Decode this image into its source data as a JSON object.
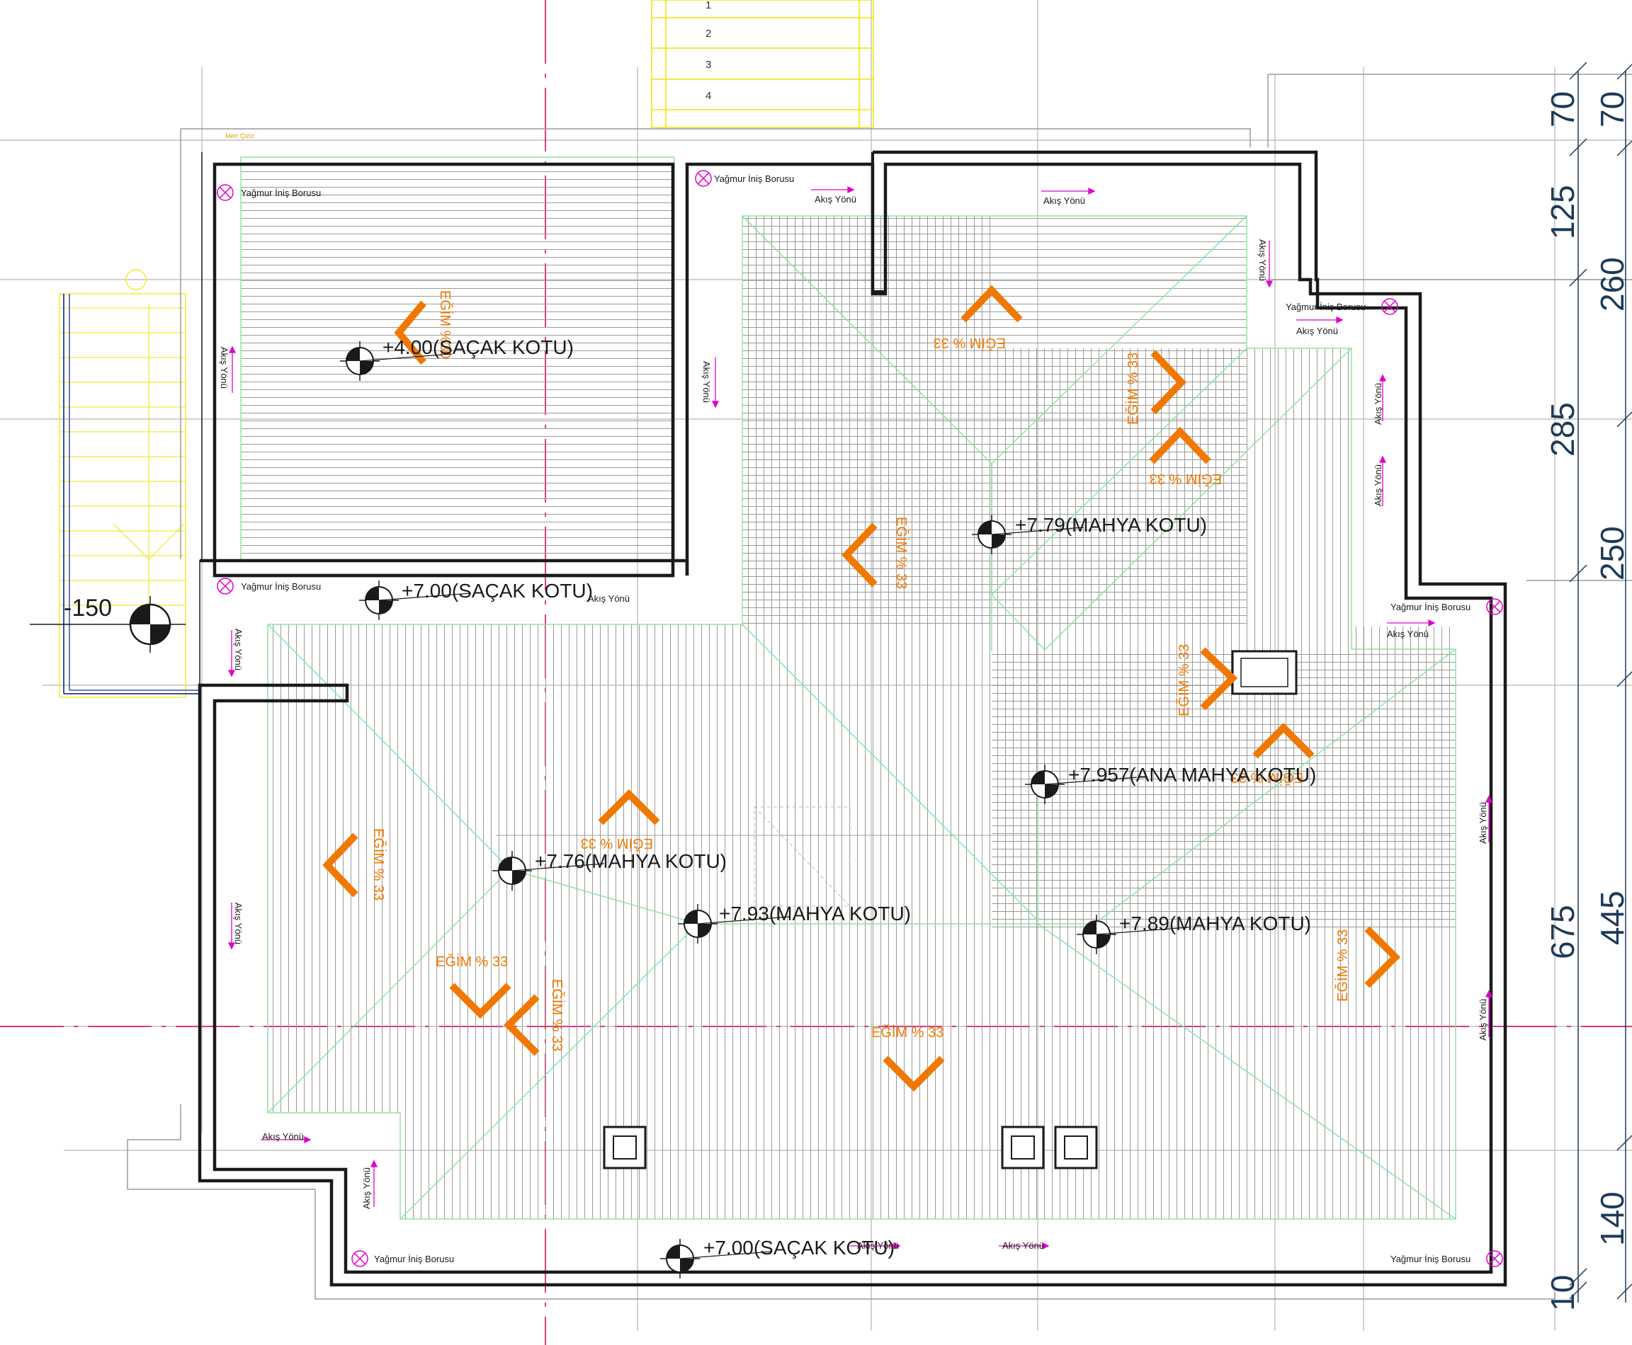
{
  "colors": {
    "wall": "#1a1a1a",
    "hip": "#8fe3a3",
    "tile": "#9a9a9a",
    "arrow": "#f07800",
    "flow": "#e000c8",
    "axis": "#d0005a",
    "grid": "#b5b5b5",
    "dim": "#1c3a58",
    "stair": "#f2e400"
  },
  "stair_steps": [
    "1",
    "2",
    "3",
    "4"
  ],
  "labels": {
    "small_top": "Merr Çiziz"
  },
  "elevations": [
    {
      "id": "e1",
      "label": "+4.00(SAÇAK KOTU)"
    },
    {
      "id": "e2",
      "label": "+7.00(SAÇAK KOTU)"
    },
    {
      "id": "e3",
      "label": "+7.79(MAHYA  KOTU)"
    },
    {
      "id": "e4",
      "label": "+7.957(ANA MAHYA  KOTU)"
    },
    {
      "id": "e5",
      "label": "+7.76(MAHYA  KOTU)"
    },
    {
      "id": "e6",
      "label": "+7.93(MAHYA  KOTU)"
    },
    {
      "id": "e7",
      "label": "+7.89(MAHYA  KOTU)"
    },
    {
      "id": "e8",
      "label": "+7.00(SAÇAK KOTU)"
    },
    {
      "id": "e9",
      "label": "-150"
    }
  ],
  "slopes": [
    {
      "id": "s1",
      "label": "EĞİM %30"
    },
    {
      "id": "s2",
      "label": "EĞİM % 33"
    },
    {
      "id": "s3",
      "label": "EĞİM % 33"
    },
    {
      "id": "s4",
      "label": "EĞİM % 33"
    },
    {
      "id": "s5",
      "label": "EĞİM % 33"
    },
    {
      "id": "s6",
      "label": "EĞİM % 33"
    },
    {
      "id": "s7",
      "label": "EĞİM % 33"
    },
    {
      "id": "s8",
      "label": "EĞİM % 33"
    },
    {
      "id": "s9",
      "label": "EĞİM % 33"
    },
    {
      "id": "s10",
      "label": "EĞİM % 33"
    },
    {
      "id": "s11",
      "label": "EĞİM % 33"
    },
    {
      "id": "s12",
      "label": "EĞİM % 33"
    },
    {
      "id": "s13",
      "label": "EĞİM % 33"
    }
  ],
  "downpipes": [
    {
      "id": "p1",
      "label": "Yağmur İniş Borusu"
    },
    {
      "id": "p2",
      "label": "Yağmur İniş Borusu"
    },
    {
      "id": "p3",
      "label": "Yağmur İniş Borusu"
    },
    {
      "id": "p4",
      "label": "Yağmur İniş Borusu"
    },
    {
      "id": "p5",
      "label": "Yağmur İniş Borusu"
    },
    {
      "id": "p6",
      "label": "Yağmur İniş Borusu"
    },
    {
      "id": "p7",
      "label": "Yağmur İniş Borusu"
    }
  ],
  "flow_label": "Akış Yönü",
  "dimensions": {
    "inner": [
      "70",
      "125",
      "285",
      "675",
      "10"
    ],
    "outer": [
      "70",
      "260",
      "250",
      "445",
      "140"
    ]
  }
}
